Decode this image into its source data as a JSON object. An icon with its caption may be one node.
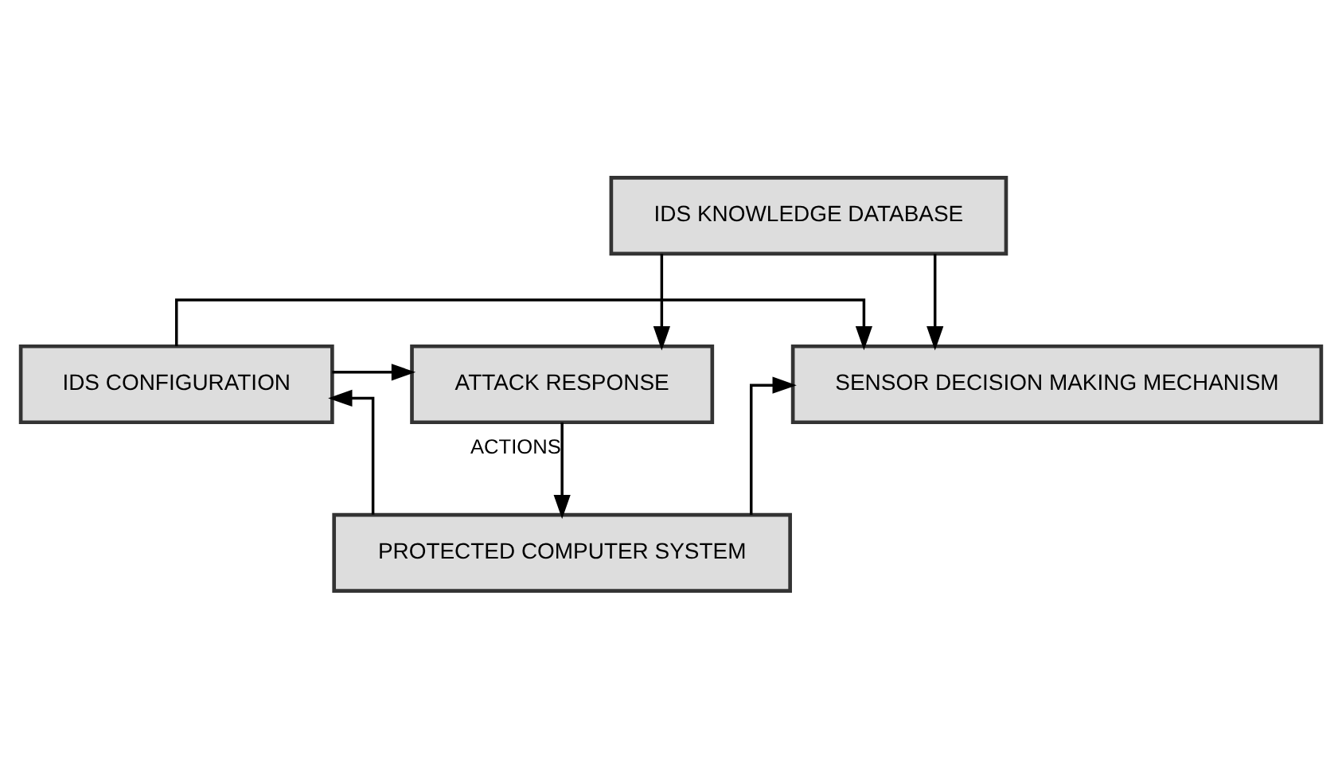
{
  "diagram": {
    "nodes": [
      {
        "text": [
          "IDS KNOWLEDGE DATABASE"
        ]
      },
      {
        "text": [
          "IDS CONFIGURATION"
        ]
      },
      {
        "text": [
          "SENSOR DECISION MAKING MECHANISM"
        ]
      },
      {
        "text": [
          "ATTACK RESPONSE"
        ]
      },
      {
        "text": [
          "PROTECTED COMPUTER SYSTEM"
        ]
      }
    ],
    "edges": [
      {
        "from": 0,
        "to": 2,
        "arrow": "to"
      },
      {
        "from": 0,
        "to": 3,
        "arrow": "to"
      },
      {
        "from": 1,
        "to": 2,
        "arrow": "to"
      },
      {
        "from": 1,
        "to": 3,
        "arrow": "to"
      },
      {
        "from": 4,
        "to": 2,
        "arrow": "to"
      },
      {
        "from": 4,
        "to": 1,
        "arrow": "to"
      },
      {
        "from": 3,
        "to": 4,
        "arrow": "to",
        "label": "ACTIONS"
      }
    ]
  }
}
